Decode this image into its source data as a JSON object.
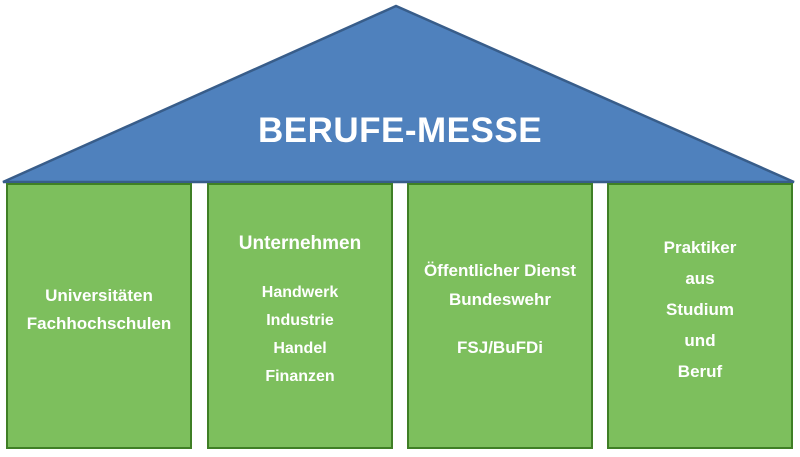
{
  "title": "BERUFE-MESSE",
  "colors": {
    "roof_fill": "#4f81bd",
    "roof_stroke": "#385d8a",
    "pillar_fill": "#7dbf5d",
    "pillar_border": "#3f7f25",
    "text": "#ffffff"
  },
  "pillars": [
    {
      "lines": [
        "Universitäten",
        "Fachhochschulen"
      ]
    },
    {
      "heading": "Unternehmen",
      "lines": [
        "Handwerk",
        "Industrie",
        "Handel",
        "Finanzen"
      ]
    },
    {
      "lines": [
        "Öffentlicher Dienst",
        "Bundeswehr"
      ],
      "extra": "FSJ/BuFDi"
    },
    {
      "lines": [
        "Praktiker",
        "aus",
        "Studium",
        "und",
        "Beruf"
      ]
    }
  ]
}
